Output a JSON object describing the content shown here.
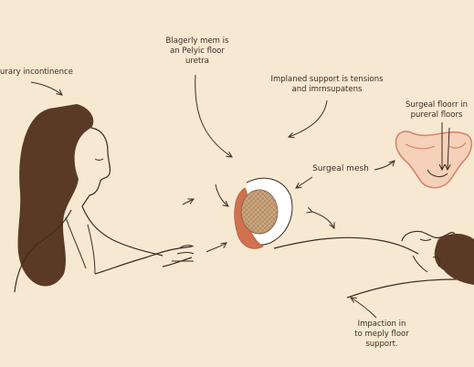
{
  "labels": {
    "urinary": "urary incontinence",
    "pelvic_line1": "Blagerly mem is",
    "pelvic_line2": "an Pelyic floor",
    "pelvic_line3": "uretra",
    "implanted_line1": "Implaned support is tensions",
    "implanted_line2": "and imrnsupatens",
    "surgical_floor_line1": "Surgeal floorr in",
    "surgical_floor_line2": "pureral floors",
    "mesh": "Surgeal mesh",
    "impaction_line1": "Impaction in",
    "impaction_line2": "to meply floor",
    "impaction_line3": "support."
  },
  "colors": {
    "background": "#f7e8d2",
    "line": "#3a2c22",
    "hair": "#5a3a26",
    "pelvis_outline": "#d9846a",
    "pelvis_fill": "#f4d1b8",
    "mesh": "#c9a47c",
    "tissue_red": "#d1704f"
  },
  "icons": [
    "woman-figure",
    "reclining-patient-figure",
    "pelvis-illustration",
    "mesh-implant",
    "arrow"
  ]
}
